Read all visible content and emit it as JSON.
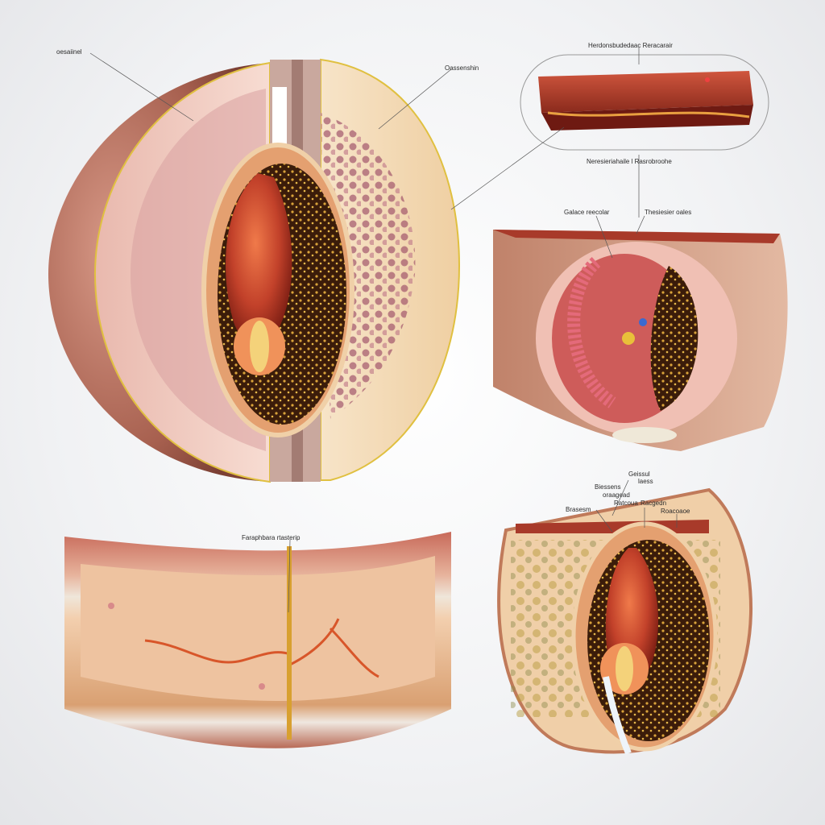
{
  "labels": {
    "top_left": "oesaiinel",
    "top_center": "Oassenshin",
    "inset_title": "Herdonsbudedaac Reracarair",
    "inset_sub": "Neresieriahaile l Rasrobroohe",
    "mid_right_a": "Galace reecolar",
    "mid_right_b": "Thesiesier oales",
    "bottom_left": "Faraphbara rtasterip",
    "br_1": "Geissul",
    "br_2": "laess",
    "br_3": "Biessens",
    "br_4": "oraagead",
    "br_5": "Brasesm",
    "br_6": "Ratcoua",
    "br_7": "Racgedn",
    "br_8": "Roacoaoe"
  },
  "colors": {
    "skin_outer": "#b06a5a",
    "dermis": "#f0c9a8",
    "muscle": "#a83a2a",
    "fat": "#f3d9b8",
    "gold_outline": "#d8b24a",
    "organ": "#c2412a",
    "dark_tissue": "#4a2410"
  }
}
